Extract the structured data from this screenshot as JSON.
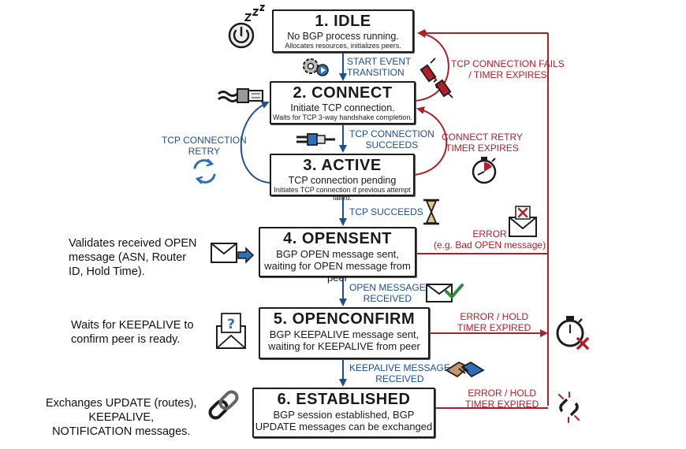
{
  "states": [
    {
      "title": "1. IDLE",
      "desc": "No BGP process running.",
      "detail": "Allocates resources, initializes peers."
    },
    {
      "title": "2. CONNECT",
      "desc": "Initiate TCP connection.",
      "detail": "Waits for TCP 3-way handshake completion."
    },
    {
      "title": "3. ACTIVE",
      "desc": "TCP connection pending",
      "detail": "Initiates TCP connection if previous attempt failed."
    },
    {
      "title": "4. OPENSENT",
      "desc": "BGP OPEN message sent, waiting for OPEN message from peer"
    },
    {
      "title": "5. OPENCONFIRM",
      "desc": "BGP KEEPALIVE message sent, waiting for KEEPALIVE from peer"
    },
    {
      "title": "6. ESTABLISHED",
      "desc": "BGP session established, BGP UPDATE messages can be exchanged"
    }
  ],
  "transitions": {
    "start_event": "START EVENT\nTRANSITION",
    "tcp_fails": "TCP CONNECTION FAILS\n/ TIMER EXPIRES",
    "tcp_retry": "TCP CONNECTION\nRETRY",
    "tcp_conn_succeeds": "TCP CONNECTION\nSUCCEEDS",
    "connect_retry_timer": "CONNECT RETRY\nTIMER EXPIRES",
    "tcp_succeeds": "TCP SUCCEEDS",
    "error_bad_open": "ERROR\n(e.g. Bad OPEN message)",
    "open_received": "OPEN MESSAGE\nRECEIVED",
    "error_hold_1": "ERROR / HOLD\nTIMER EXPIRED",
    "keepalive_received": "KEEPALIVE MESSAGE\nRECEIVED",
    "error_hold_2": "ERROR / HOLD\nTIMER EXPIRED"
  },
  "notes": {
    "opensent": "Validates received OPEN\nmessage (ASN, Router\nID, Hold Time).",
    "openconfirm": "Waits for KEEPALIVE to\nconfirm peer is ready.",
    "established": "Exchanges UPDATE (routes),\nKEEPALIVE,\nNOTIFICATION messages."
  },
  "icons": {
    "idle": "power-icon",
    "sleep": "zzz-icon",
    "start": "gear-play-icon",
    "connect": "ethernet-cable-icon",
    "fail": "broken-plug-icon",
    "retry": "refresh-icon",
    "connected": "connected-cable-icon",
    "timer": "stopwatch-icon",
    "succeeds": "hourglass-icon",
    "error": "envelope-x-icon",
    "send": "envelope-send-icon",
    "received": "envelope-check-icon",
    "confirm": "envelope-question-icon",
    "handshake": "handshake-icon",
    "hold": "stopwatch-x-icon",
    "chain": "chain-link-icon",
    "broken_chain": "broken-chain-icon"
  },
  "colors": {
    "blue": "#1c4f94",
    "red": "#b01e28",
    "ink": "#1c1c1c",
    "green": "#2e8b3a"
  }
}
